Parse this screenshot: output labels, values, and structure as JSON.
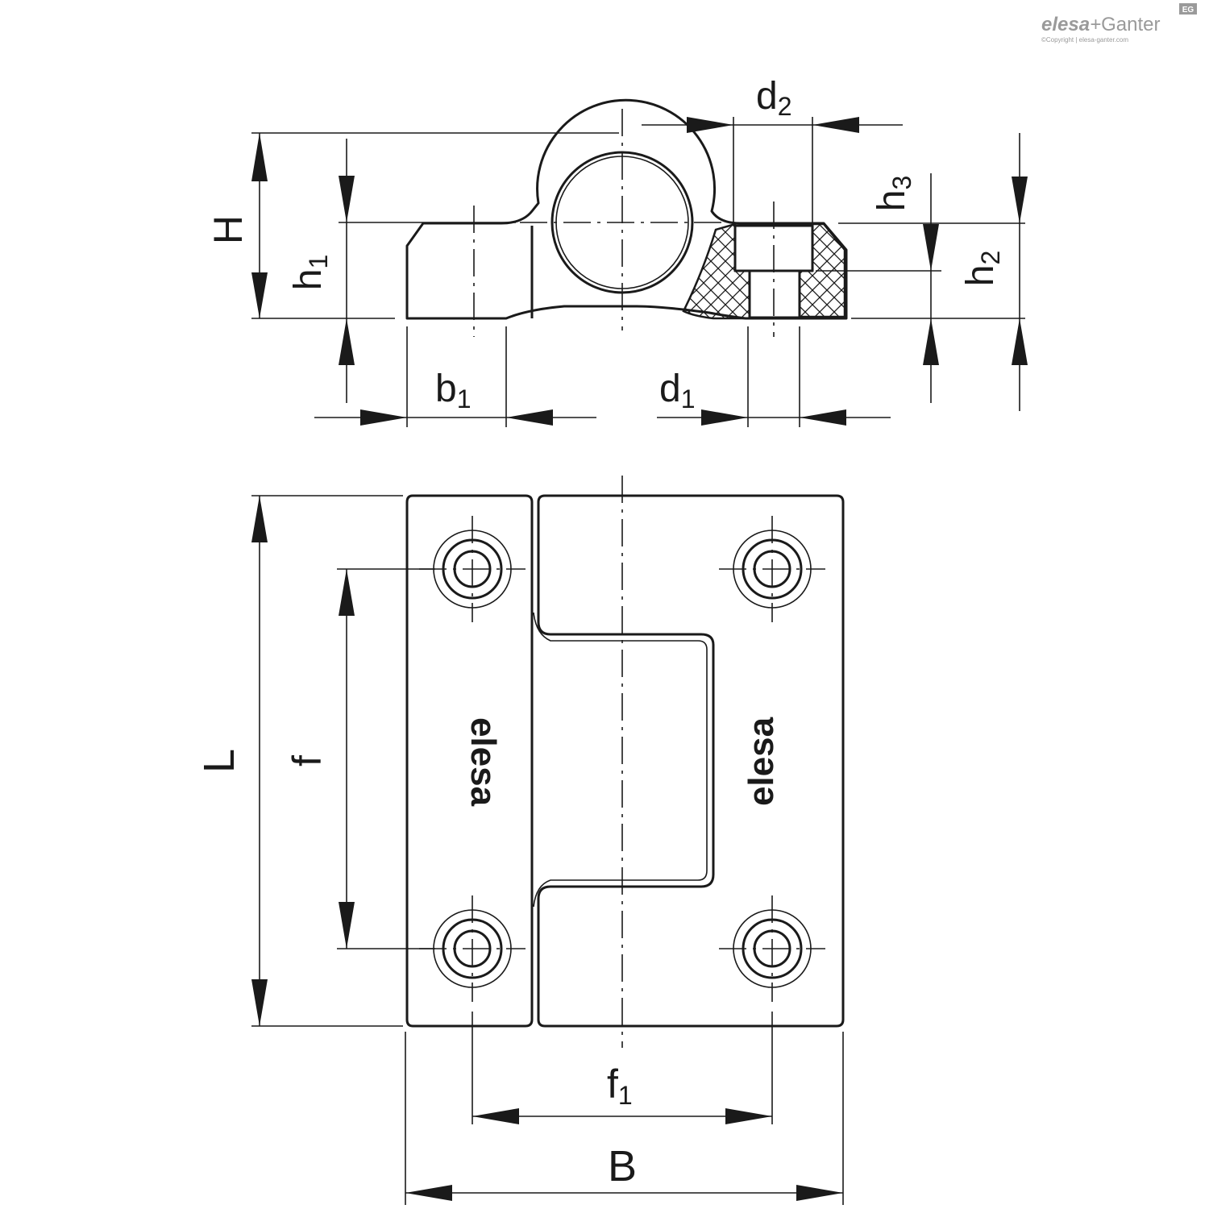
{
  "logo": {
    "brand_left": "elesa",
    "brand_plus": "+",
    "brand_right": "Ganter",
    "badge": "EG",
    "copyright": "©Copyright | elesa-ganter.com"
  },
  "side_view": {
    "labels": {
      "d2": "d2",
      "H": "H",
      "h1": "h1",
      "h3": "h3",
      "h2": "h2",
      "b1": "b1",
      "d1": "d1"
    }
  },
  "top_view": {
    "labels": {
      "L": "L",
      "f": "f",
      "f1": "f1",
      "B": "B"
    },
    "leaf_logo": "elesa"
  },
  "colors": {
    "ink": "#1a1a1a",
    "logo_gray": "#9a9a9a"
  }
}
